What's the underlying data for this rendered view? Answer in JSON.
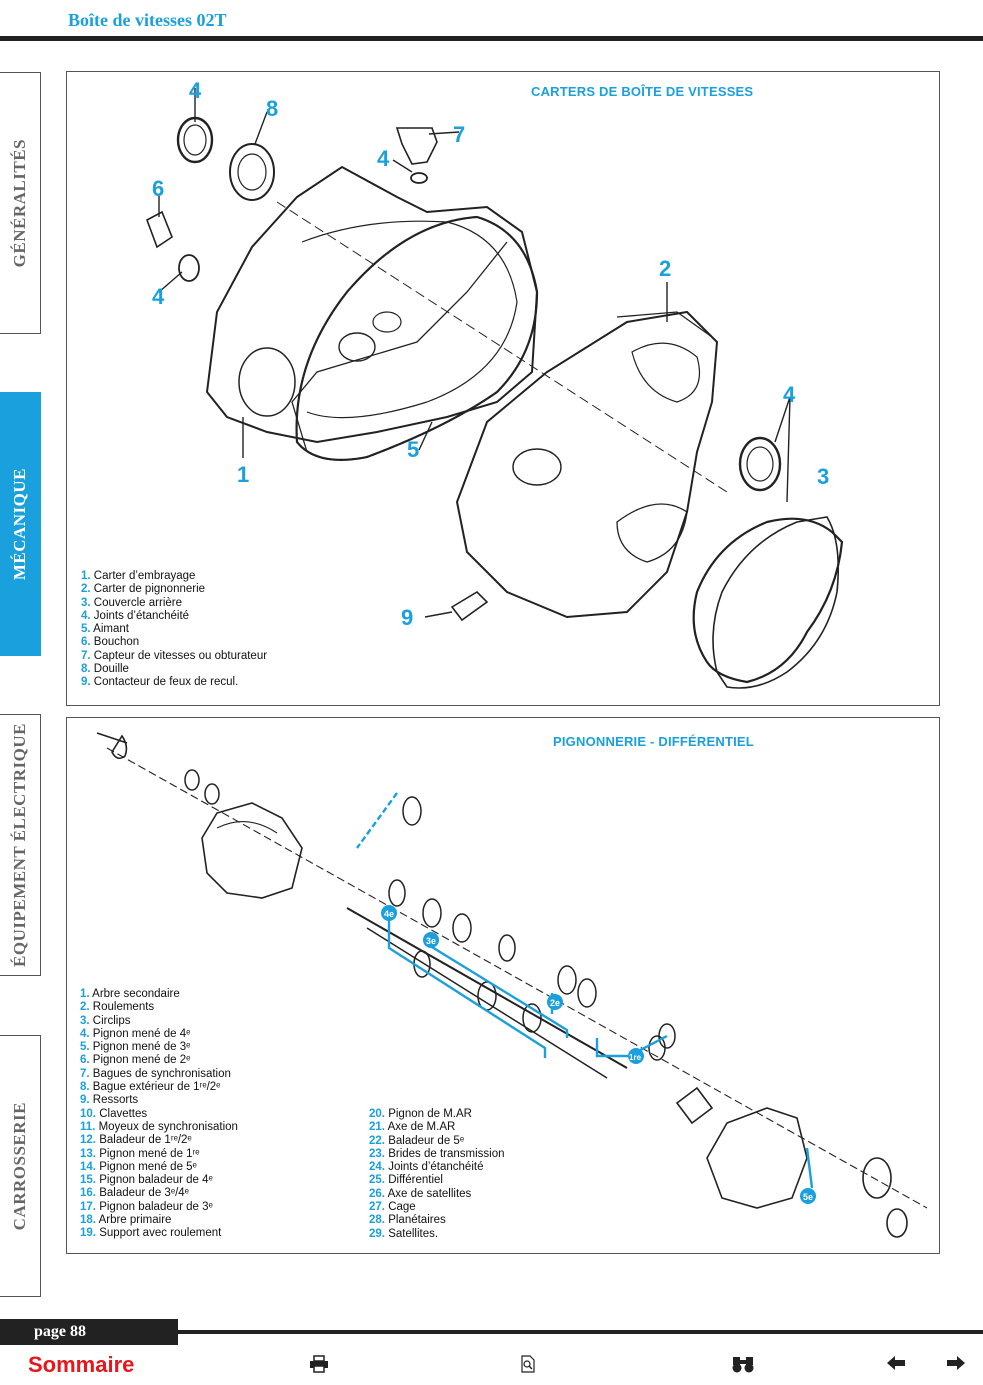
{
  "header": {
    "title": "Boîte de vitesses 02T"
  },
  "sidebar": {
    "tabs": [
      {
        "label": "GÉNÉRALITÉS",
        "active": false
      },
      {
        "label": "MÉCANIQUE",
        "active": true
      },
      {
        "label": "ÉQUIPEMENT ÉLECTRIQUE",
        "active": false
      },
      {
        "label": "CARROSSERIE",
        "active": false
      }
    ]
  },
  "panel1": {
    "title": "CARTERS DE BOÎTE DE VITESSES",
    "callouts": [
      "4",
      "8",
      "7",
      "4",
      "6",
      "4",
      "2",
      "4",
      "3",
      "5",
      "1",
      "9"
    ],
    "legend": [
      {
        "num": "1.",
        "text": "Carter d’embrayage"
      },
      {
        "num": "2.",
        "text": "Carter de pignonnerie"
      },
      {
        "num": "3.",
        "text": "Couvercle arrière"
      },
      {
        "num": "4.",
        "text": "Joints d’étanchéité"
      },
      {
        "num": "5.",
        "text": "Aimant"
      },
      {
        "num": "6.",
        "text": "Bouchon"
      },
      {
        "num": "7.",
        "text": "Capteur de vitesses ou obturateur"
      },
      {
        "num": "8.",
        "text": "Douille"
      },
      {
        "num": "9.",
        "text": "Contacteur de feux de recul."
      }
    ]
  },
  "panel2": {
    "title": "PIGNONNERIE - DIFFÉRENTIEL",
    "gear_markers": [
      "4e",
      "3e",
      "2e",
      "1re",
      "5e"
    ],
    "legend_left": [
      {
        "num": "1.",
        "text": "Arbre secondaire"
      },
      {
        "num": "2.",
        "text": "Roulements"
      },
      {
        "num": "3.",
        "text": "Circlips"
      },
      {
        "num": "4.",
        "text": "Pignon mené de 4ᵉ"
      },
      {
        "num": "5.",
        "text": "Pignon mené de 3ᵉ"
      },
      {
        "num": "6.",
        "text": "Pignon mené de 2ᵉ"
      },
      {
        "num": "7.",
        "text": "Bagues de synchronisation"
      },
      {
        "num": "8.",
        "text": "Bague extérieur de 1ʳᵉ/2ᵉ"
      },
      {
        "num": "9.",
        "text": "Ressorts"
      },
      {
        "num": "10.",
        "text": "Clavettes"
      },
      {
        "num": "11.",
        "text": "Moyeux de synchronisation"
      },
      {
        "num": "12.",
        "text": "Baladeur de 1ʳᵉ/2ᵉ"
      },
      {
        "num": "13.",
        "text": "Pignon mené de 1ʳᵉ"
      },
      {
        "num": "14.",
        "text": "Pignon mené de 5ᵉ"
      },
      {
        "num": "15.",
        "text": "Pignon baladeur de 4ᵉ"
      },
      {
        "num": "16.",
        "text": "Baladeur de 3ᵉ/4ᵉ"
      },
      {
        "num": "17.",
        "text": "Pignon baladeur de 3ᵉ"
      },
      {
        "num": "18.",
        "text": "Arbre primaire"
      },
      {
        "num": "19.",
        "text": "Support avec roulement"
      }
    ],
    "legend_right": [
      {
        "num": "20.",
        "text": "Pignon de M.AR"
      },
      {
        "num": "21.",
        "text": "Axe de M.AR"
      },
      {
        "num": "22.",
        "text": "Baladeur de 5ᵉ"
      },
      {
        "num": "23.",
        "text": "Brides de transmission"
      },
      {
        "num": "24.",
        "text": "Joints d’étanchéité"
      },
      {
        "num": "25.",
        "text": "Différentiel"
      },
      {
        "num": "26.",
        "text": "Axe de satellites"
      },
      {
        "num": "27.",
        "text": "Cage"
      },
      {
        "num": "28.",
        "text": "Planétaires"
      },
      {
        "num": "29.",
        "text": "Satellites."
      }
    ]
  },
  "footer": {
    "page": "page 88",
    "sommaire": "Sommaire",
    "icons": [
      "printer-icon",
      "zoom-page-icon",
      "binoculars-icon",
      "arrow-left-icon",
      "arrow-right-icon"
    ]
  },
  "colors": {
    "accent": "#1aa0dc",
    "sommaire": "#e8161c",
    "rule": "#222222"
  }
}
